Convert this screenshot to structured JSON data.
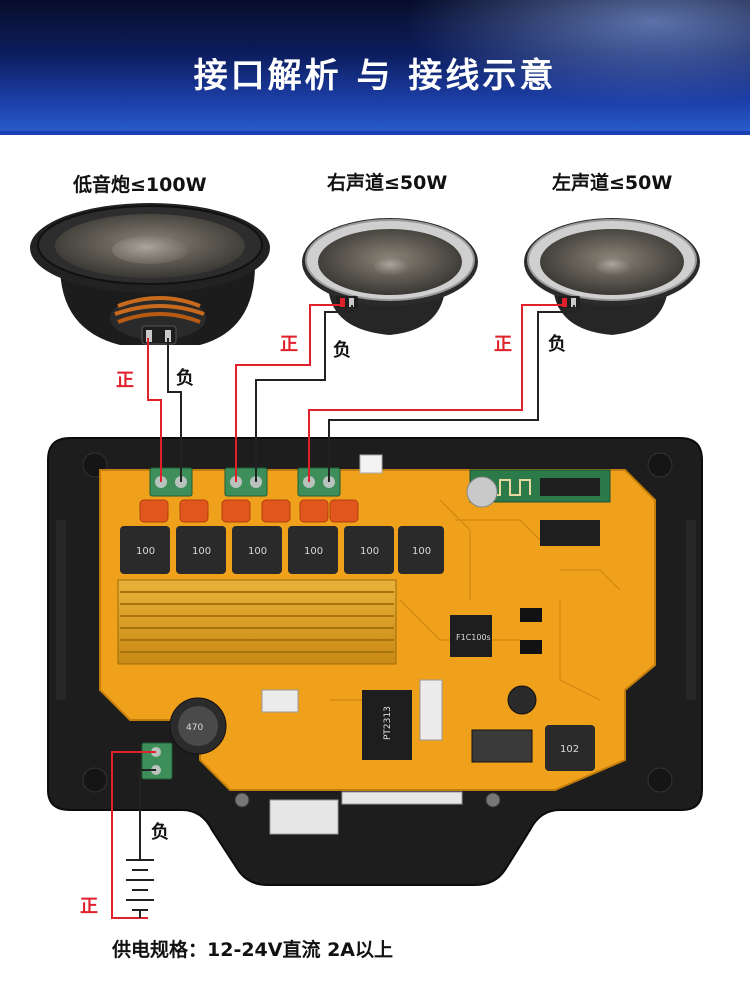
{
  "header": {
    "title": "接口解析 与 接线示意"
  },
  "speakers": [
    {
      "label": "低音炮≤100W"
    },
    {
      "label": "右声道≤50W"
    },
    {
      "label": "左声道≤50W"
    }
  ],
  "polarity": {
    "positive": "正",
    "negative": "负"
  },
  "chip_markings": {
    "inductor": "100",
    "chip_main": "PT2313",
    "chip_bt": "F1C100s",
    "inductor_small": "102",
    "capacitor": "470"
  },
  "footer": {
    "spec": "供电规格：12-24V直流 2A以上"
  },
  "colors": {
    "positive_wire": "#e0202a",
    "negative_wire": "#222222",
    "pcb": "#f2a21a",
    "banner": "#0c1d5e"
  }
}
